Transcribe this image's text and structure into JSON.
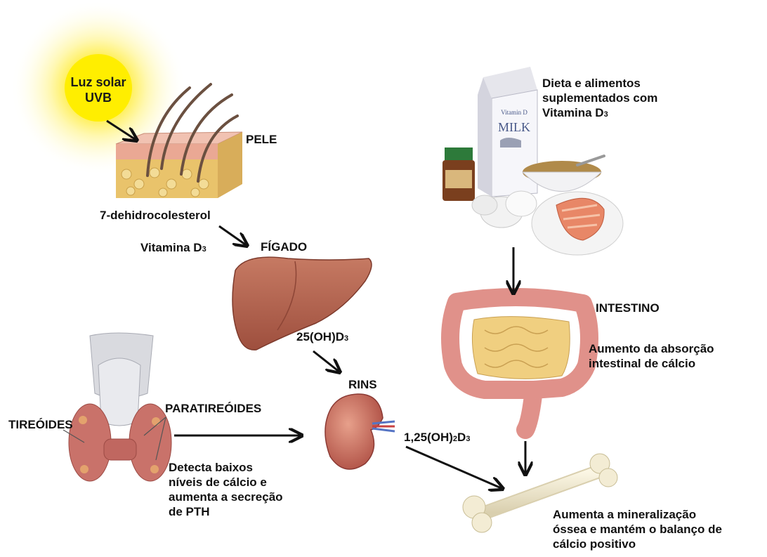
{
  "sun": {
    "line1": "Luz solar",
    "line2": "UVB"
  },
  "skin": {
    "label": "PELE",
    "precursor": "7-dehidrocolesterol",
    "vitd_main": "Vitamina D",
    "vitd_sub": "3"
  },
  "liver": {
    "label": "FÍGADO",
    "product_main": "25(OH)D",
    "product_sub": "3"
  },
  "kidney": {
    "label": "RINS",
    "product_a": "1,25(OH)",
    "product_b": "2",
    "product_c": "D",
    "product_d": "3"
  },
  "diet": {
    "line1": "Dieta e alimentos",
    "line2": "suplementados com",
    "line3_main": "Vitamina D",
    "line3_sub": "3",
    "carton_top": "Vitamin D",
    "carton_main": "MILK"
  },
  "intestine": {
    "label": "INTESTINO",
    "line1": "Aumento da absorção",
    "line2": "intestinal de cálcio"
  },
  "thyroid": {
    "tireoides": "TIREÓIDES",
    "paratireoides": "PARATIREÓIDES",
    "line1": "Detecta baixos",
    "line2": "níveis de cálcio e",
    "line3": "aumenta a secreção",
    "line4": "de PTH"
  },
  "bone": {
    "line1": "Aumenta a mineralização",
    "line2": "óssea e mantém o balanço de",
    "line3": "cálcio positivo"
  }
}
